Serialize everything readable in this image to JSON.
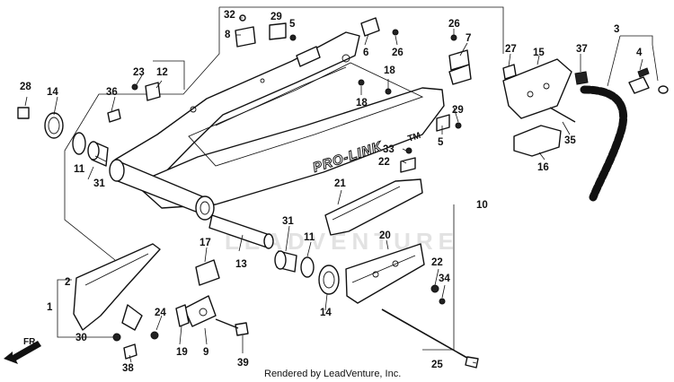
{
  "diagram": {
    "credit": "Rendered by LeadVenture, Inc.",
    "direction_label": "FR.",
    "frame_marking": "PRO-LINK",
    "frame_marking_tm": "TM",
    "watermark": "LEADVENTURE",
    "callouts": [
      {
        "id": "c1",
        "text": "1"
      },
      {
        "id": "c2",
        "text": "2"
      },
      {
        "id": "c3",
        "text": "3"
      },
      {
        "id": "c4",
        "text": "4"
      },
      {
        "id": "c5a",
        "text": "5"
      },
      {
        "id": "c5b",
        "text": "5"
      },
      {
        "id": "c6",
        "text": "6"
      },
      {
        "id": "c7",
        "text": "7"
      },
      {
        "id": "c8",
        "text": "8"
      },
      {
        "id": "c9",
        "text": "9"
      },
      {
        "id": "c10",
        "text": "10"
      },
      {
        "id": "c11a",
        "text": "11"
      },
      {
        "id": "c11b",
        "text": "11"
      },
      {
        "id": "c12",
        "text": "12"
      },
      {
        "id": "c13",
        "text": "13"
      },
      {
        "id": "c14a",
        "text": "14"
      },
      {
        "id": "c14b",
        "text": "14"
      },
      {
        "id": "c15",
        "text": "15"
      },
      {
        "id": "c16",
        "text": "16"
      },
      {
        "id": "c17",
        "text": "17"
      },
      {
        "id": "c18a",
        "text": "18"
      },
      {
        "id": "c18b",
        "text": "18"
      },
      {
        "id": "c19",
        "text": "19"
      },
      {
        "id": "c20",
        "text": "20"
      },
      {
        "id": "c21",
        "text": "21"
      },
      {
        "id": "c22a",
        "text": "22"
      },
      {
        "id": "c22b",
        "text": "22"
      },
      {
        "id": "c23",
        "text": "23"
      },
      {
        "id": "c24",
        "text": "24"
      },
      {
        "id": "c25",
        "text": "25"
      },
      {
        "id": "c26a",
        "text": "26"
      },
      {
        "id": "c26b",
        "text": "26"
      },
      {
        "id": "c27",
        "text": "27"
      },
      {
        "id": "c28",
        "text": "28"
      },
      {
        "id": "c29a",
        "text": "29"
      },
      {
        "id": "c29b",
        "text": "29"
      },
      {
        "id": "c30",
        "text": "30"
      },
      {
        "id": "c31a",
        "text": "31"
      },
      {
        "id": "c31b",
        "text": "31"
      },
      {
        "id": "c32",
        "text": "32"
      },
      {
        "id": "c33",
        "text": "33"
      },
      {
        "id": "c34",
        "text": "34"
      },
      {
        "id": "c35",
        "text": "35"
      },
      {
        "id": "c36",
        "text": "36"
      },
      {
        "id": "c37",
        "text": "37"
      },
      {
        "id": "c38",
        "text": "38"
      },
      {
        "id": "c39",
        "text": "39"
      }
    ]
  }
}
